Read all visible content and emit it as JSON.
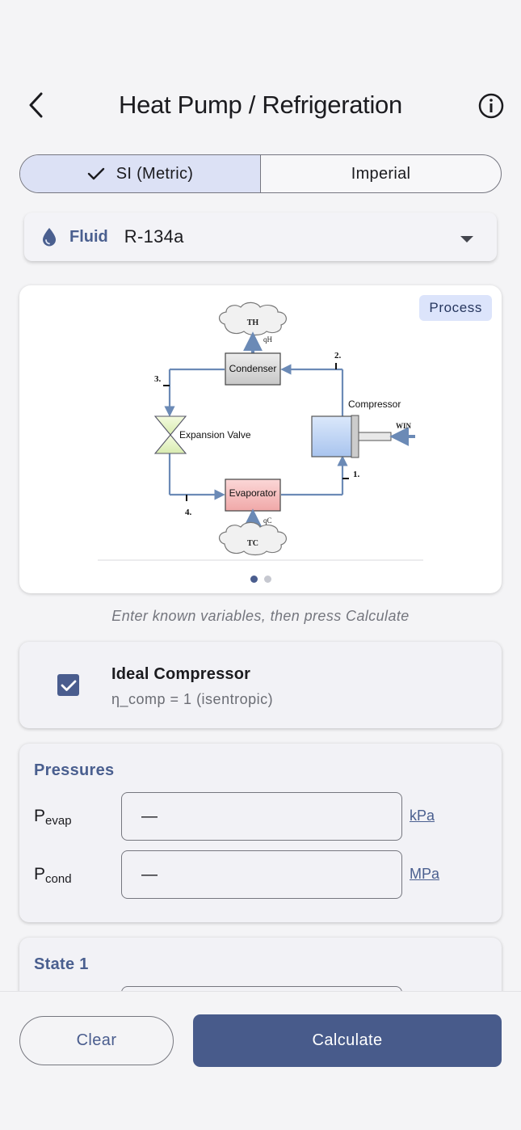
{
  "header": {
    "title": "Heat Pump / Refrigeration"
  },
  "units_toggle": {
    "options": [
      "SI (Metric)",
      "Imperial"
    ],
    "selected": "SI (Metric)"
  },
  "fluid": {
    "label": "Fluid",
    "value": "R-134a"
  },
  "diagram": {
    "badge": "Process",
    "labels": {
      "th": "TH",
      "qh": "qH",
      "condenser": "Condenser",
      "compressor": "Compressor",
      "win": "WIN",
      "expansion_valve": "Expansion Valve",
      "evaporator": "Evaporator",
      "qc": "qC",
      "tc": "TC",
      "p1": "1.",
      "p2": "2.",
      "p3": "3.",
      "p4": "4."
    },
    "pages": 2,
    "current_page": 1
  },
  "hint": "Enter known variables, then press Calculate",
  "ideal_compressor": {
    "title": "Ideal Compressor",
    "subtitle": "η_comp = 1  (isentropic)",
    "checked": true
  },
  "pressures": {
    "title": "Pressures",
    "fields": [
      {
        "symbol": "P",
        "subscript": "evap",
        "value": "—",
        "unit": "kPa"
      },
      {
        "symbol": "P",
        "subscript": "cond",
        "value": "—",
        "unit": "MPa"
      }
    ]
  },
  "state1": {
    "title": "State 1"
  },
  "actions": {
    "clear": "Clear",
    "calculate": "Calculate"
  },
  "colors": {
    "accent": "#485b8b",
    "accent_light": "#dce1f5",
    "label_blue": "#4a5f8f"
  }
}
